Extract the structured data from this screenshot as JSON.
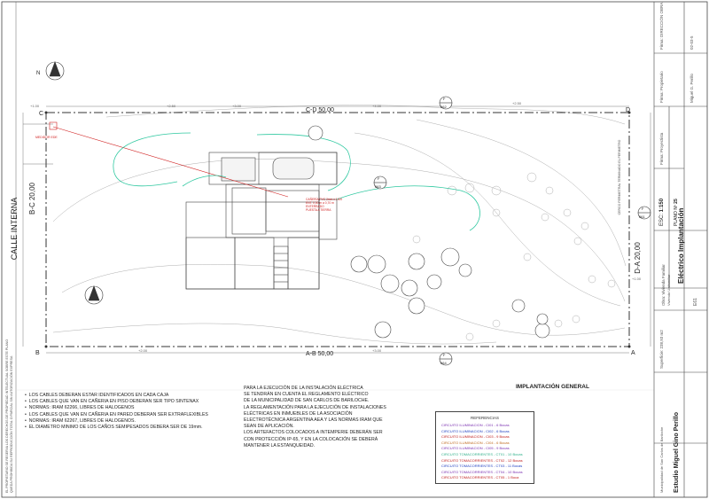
{
  "drawing": {
    "title": "IMPLANTACIÓN GENERAL",
    "north_symbol": "N",
    "street": "CALLE INTERNA",
    "corners": [
      "A",
      "B",
      "C",
      "D"
    ],
    "sides": {
      "top": "C-D 50,00",
      "bottom": "A-B 50,00",
      "left": "B-C 20,00",
      "right": "D-A 20,00"
    },
    "cerco": "CERCO PERIMETRAL TERMINADO EL PERIMETRO",
    "medidor": "MEDIDOR EDE",
    "tag_text": [
      "CAÑERÍA PVC 2mm x 1000",
      "ENT. 0,50 m a 0,70 m",
      "ENTERRADO",
      "PUESTA A TIERRA"
    ],
    "level_marks": [
      "+1.00",
      "+2.50",
      "+3.00",
      "+4.00",
      "+2.50",
      "+1.00",
      "+2.00",
      "+3.00"
    ],
    "balloons": [
      {
        "top": "F",
        "bottom": "062"
      },
      {
        "top": "F",
        "bottom": "063"
      },
      {
        "top": "F",
        "bottom": "061"
      },
      {
        "top": "F",
        "bottom": "064"
      }
    ]
  },
  "notes": [
    "LOS CABLES DEBERAN ESTAR IDENTIFICADOS EN CADA CAJA",
    "LOS CABLES QUE VAN EN CAÑERIA EN PISO DEBERAN SER TIPO SINTENAX",
    "NORMAS: IRAM 62266, LIBRES DE HALOGENOS",
    "LOS CABLES QUE VAN EN CAÑERIA EN PARED DEBERAN SER EXTRAFLEXIBLES",
    "NORMAS: IRAM 62267, LIBRES DE HALOGENOS.",
    "EL DIAMETRO MINIMO DE LOS CAÑOS SEMIPESADOS DEBERA SER DE 19mm."
  ],
  "paragraph": [
    "PARA LA EJECUCIÓN DE LA INSTALACIÓN ELÉCTRICA",
    "SE TENDRÁN EN CUENTA EL REGLAMENTO ELÉCTRICO",
    "DE LA MUNICIPALIDAD DE SAN CARLOS DE BARILOCHE.",
    "LA REGLAMENTACIÓN PARA LA EJECUCIÓN DE INSTALACIONES",
    "ELÉCTRICAS EN INMUEBLES DE LA ASOCIACIÓN",
    "ELECTROTÉCNICA ARGENTINA AEA Y LAS NORMAS IRAM QUE",
    "SEAN DE APLICACIÓN.",
    "LOS ARTEFACTOS COLOCADOS A INTEMPERIE DEBERÁN SER",
    "CON PROTECCIÓN IP-65, Y EN LA COLOCACIÓN SE DEBERÁ",
    "MANTENER LA ESTANQUEIDAD."
  ],
  "legend": {
    "title": "REFERENCIAS",
    "rows": [
      {
        "text": "CIRCUITO ILUMINACION - CI01 - 6 Bocas",
        "color": "#7a2fb0"
      },
      {
        "text": "CIRCUITO ILUMINACION - CI02 - 6 Bocas",
        "color": "#1f3fc0"
      },
      {
        "text": "CIRCUITO ILUMINACION - CI03 - 9 Bocas",
        "color": "#c0201f"
      },
      {
        "text": "CIRCUITO ILUMINACION - CI04 - 6 Bocas",
        "color": "#c06a1f"
      },
      {
        "text": "CIRCUITO ILUMINACION - CI05 - 9 Bocas",
        "color": "#7a2fb0"
      },
      {
        "text": "CIRCUITO TOMACORRIENTES - CT01 - 10 Bocas",
        "color": "#2fb08a"
      },
      {
        "text": "CIRCUITO TOMACORRIENTES - CT02 - 12 Bocas",
        "color": "#c0201f"
      },
      {
        "text": "CIRCUITO TOMACORRIENTES - CT03 - 11 Bocas",
        "color": "#1f3fc0"
      },
      {
        "text": "CIRCUITO TOMACORRIENTES - CT04 - 10 Bocas",
        "color": "#7a2fb0"
      },
      {
        "text": "CIRCUITO TOMACORRIENTES - CT05 - 1 Boca",
        "color": "#c0201f"
      }
    ]
  },
  "title_block": {
    "firma_direccion": "Firma: DIRECCIÓN OBRA",
    "firma_propietario": "Firma: Propietario",
    "firma_proyectista": "Firma: Proyectista",
    "proyecto": "Vivienda Unifamiliar",
    "obra": "Obra: Vivienda Familiar",
    "escala_label": "ESC:",
    "escala": "1:150",
    "plano_label": "PLANO Nº",
    "plano": "25",
    "plano_code": "E61",
    "titulo": "Eléctrico Implantación",
    "estudio": "Estudio Miguel Gino Perillo",
    "superficie": "Superficie: 238,93 m2",
    "fecha": "02-03-5",
    "autor": "Miguel G. Perillo",
    "municipalidad": "Municipalidad de San Carlos de Bariloche",
    "legal_1": "EL PROPIETARIO SE RESERVA LOS DERECHOS DE PROPIEDAD INTELECTUAL SOBRE ESTE PLANO",
    "legal_2": "QUEDA PROHIBIDA SU REPRODUCCIÓN TOTAL O PARCIAL SIN AUTORIZACIÓN EXPRESA"
  },
  "colors": {
    "ink": "#333333",
    "green_circuit": "#2fc8a0",
    "red_line": "#d02020",
    "violet": "#7a2fb0"
  }
}
